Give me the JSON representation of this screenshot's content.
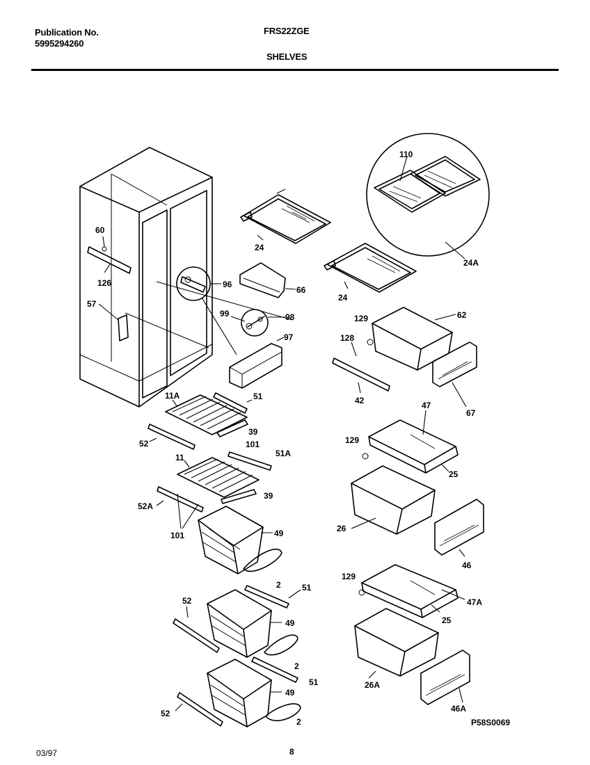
{
  "header": {
    "publication_label": "Publication No.",
    "publication_number": "5995294260",
    "model": "FRS22ZGE",
    "section": "SHELVES"
  },
  "footer": {
    "date": "03/97",
    "page": "8",
    "drawing_code": "P58S0069"
  },
  "callouts": {
    "c24_top": "24",
    "c24_mid": "24",
    "c24A": "24A",
    "c110": "110",
    "c60": "60",
    "c126": "126",
    "c96": "96",
    "c66": "66",
    "c57": "57",
    "c99": "99",
    "c98": "98",
    "c97": "97",
    "c129_a": "129",
    "c62": "62",
    "c128": "128",
    "c42": "42",
    "c67": "67",
    "c11A": "11A",
    "c51_a": "51",
    "c39_a": "39",
    "c52_a": "52",
    "c101_a": "101",
    "c51A": "51A",
    "c11": "11",
    "c39_b": "39",
    "c52A": "52A",
    "c101_b": "101",
    "c49_a": "49",
    "c2_a": "2",
    "c51_b": "51",
    "c52_b": "52",
    "c49_b": "49",
    "c2_b": "2",
    "c51_c": "51",
    "c49_c": "49",
    "c52_c": "52",
    "c2_c": "2",
    "c47": "47",
    "c129_b": "129",
    "c25_a": "25",
    "c26": "26",
    "c46": "46",
    "c129_c": "129",
    "c47A": "47A",
    "c25_b": "25",
    "c26A": "26A",
    "c46A": "46A"
  }
}
